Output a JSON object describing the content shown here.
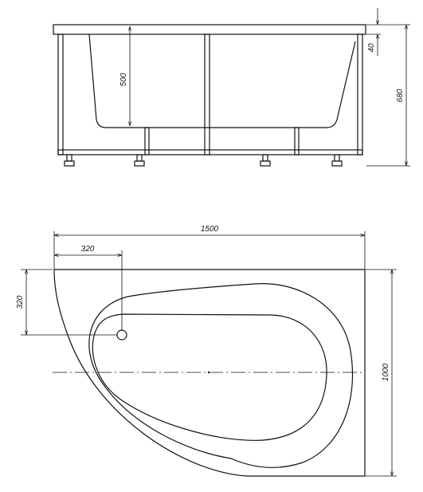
{
  "front_view": {
    "dimensions": {
      "depth_label": "500",
      "rim_label": "40",
      "height_label": "680"
    }
  },
  "top_view": {
    "dimensions": {
      "length_label": "1500",
      "width_label": "1000",
      "drain_offset_x_label": "320",
      "drain_offset_y_label": "320"
    }
  }
}
